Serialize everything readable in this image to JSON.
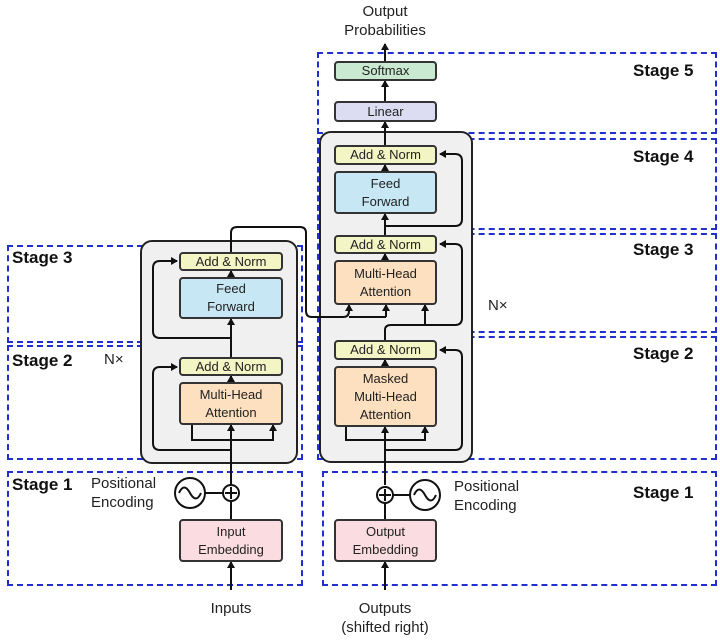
{
  "output_label": "Output\nProbabilities",
  "inputs_label": "Inputs",
  "outputs_label": "Outputs\n(shifted right)",
  "encoder": {
    "nx": "N×",
    "positional": "Positional\nEncoding",
    "embedding": "Input\nEmbedding",
    "mha": "Multi-Head\nAttention",
    "add_norm_1": "Add & Norm",
    "ff": "Feed\nForward",
    "add_norm_2": "Add & Norm"
  },
  "decoder": {
    "nx": "N×",
    "positional": "Positional\nEncoding",
    "embedding": "Output\nEmbedding",
    "masked_mha": "Masked\nMulti-Head\nAttention",
    "add_norm_1": "Add & Norm",
    "mha": "Multi-Head\nAttention",
    "add_norm_2": "Add & Norm",
    "ff": "Feed\nForward",
    "add_norm_3": "Add & Norm",
    "linear": "Linear",
    "softmax": "Softmax"
  },
  "stages": {
    "enc_stage1": "Stage 1",
    "enc_stage2": "Stage 2",
    "enc_stage3": "Stage 3",
    "dec_stage1": "Stage 1",
    "dec_stage2": "Stage 2",
    "dec_stage3": "Stage 3",
    "dec_stage4": "Stage 4",
    "dec_stage5": "Stage 5"
  },
  "colors": {
    "stage_border": "#1f2fd0",
    "add_norm": "#f4f5c4",
    "feed_forward": "#c8e7f5",
    "attention": "#fde0bf",
    "embedding": "#fbdde1",
    "softmax": "#c9ead0",
    "linear": "#dcdcf2"
  }
}
